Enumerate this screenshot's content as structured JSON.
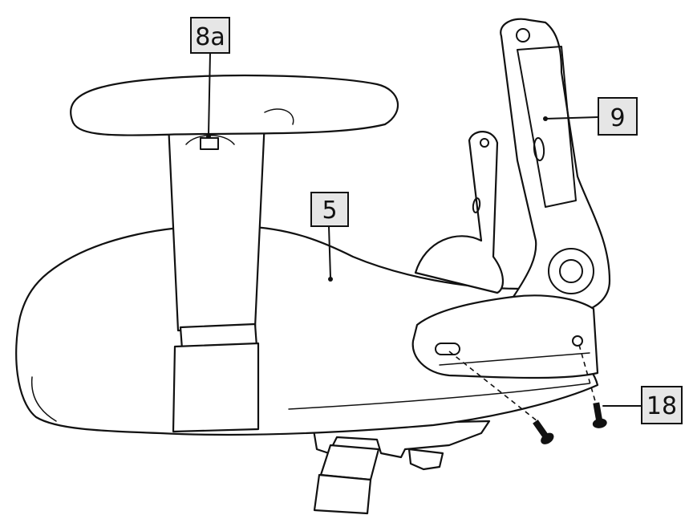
{
  "callouts": [
    {
      "id": "8a",
      "label": "8a"
    },
    {
      "id": "9",
      "label": "9"
    },
    {
      "id": "5",
      "label": "5"
    },
    {
      "id": "18",
      "label": "18"
    }
  ],
  "colors": {
    "line": "#111111",
    "label_fill": "#e6e6e6",
    "background": "#ffffff"
  }
}
